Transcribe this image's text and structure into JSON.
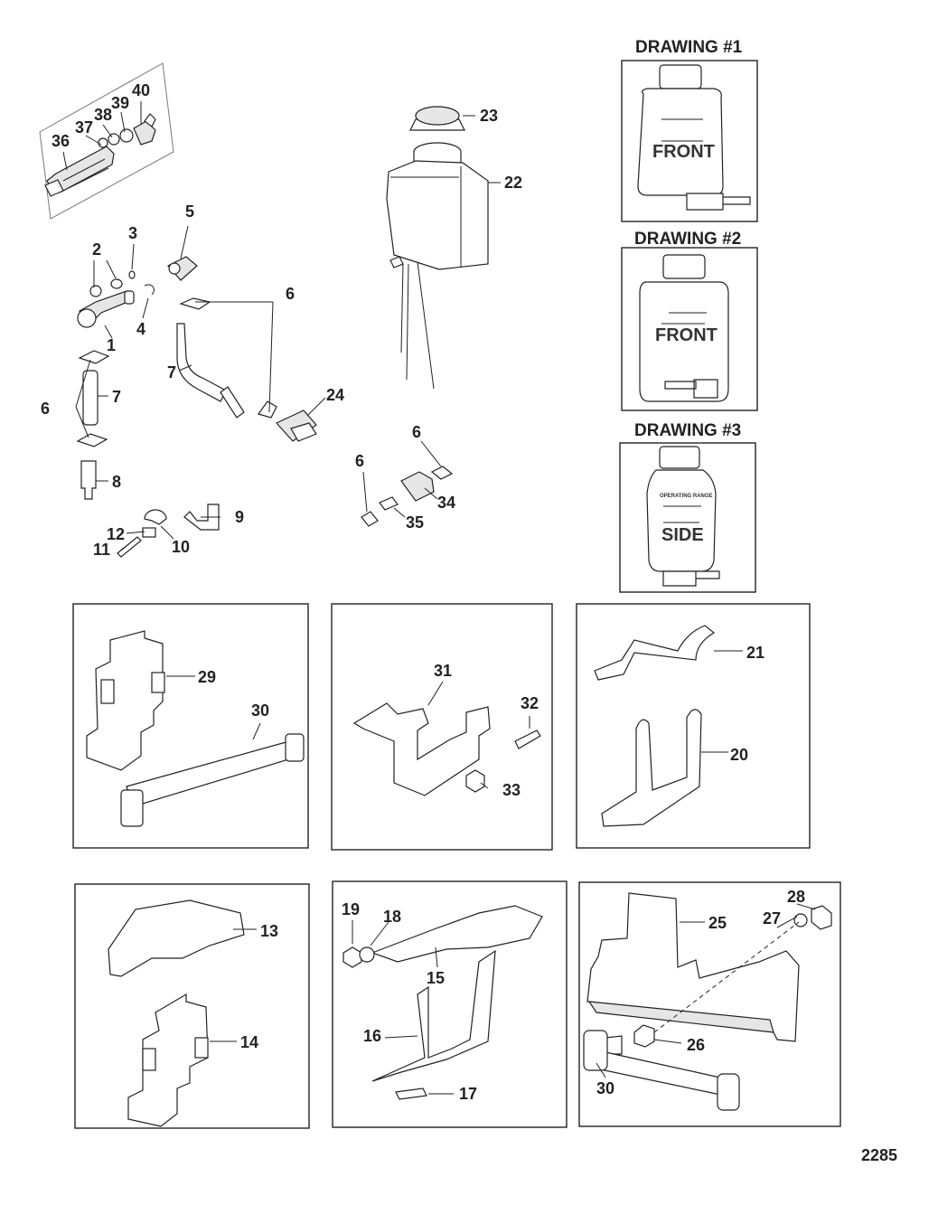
{
  "callouts": {
    "c1": "1",
    "c2": "2",
    "c3": "3",
    "c4": "4",
    "c5": "5",
    "c6a": "6",
    "c6b": "6",
    "c6c": "6",
    "c6d": "6",
    "c7a": "7",
    "c7b": "7",
    "c8": "8",
    "c9": "9",
    "c10": "10",
    "c11": "11",
    "c12": "12",
    "c13": "13",
    "c14": "14",
    "c15": "15",
    "c16": "16",
    "c17": "17",
    "c18": "18",
    "c19": "19",
    "c20": "20",
    "c21": "21",
    "c22": "22",
    "c23": "23",
    "c24": "24",
    "c25": "25",
    "c26": "26",
    "c27": "27",
    "c28": "28",
    "c29": "29",
    "c30a": "30",
    "c30b": "30",
    "c31": "31",
    "c32": "32",
    "c33": "33",
    "c34": "34",
    "c35": "35",
    "c36": "36",
    "c37": "37",
    "c38": "38",
    "c39": "39",
    "c40": "40"
  },
  "drawings": {
    "d1": {
      "title": "DRAWING #1",
      "label": "FRONT"
    },
    "d2": {
      "title": "DRAWING #2",
      "label": "FRONT"
    },
    "d3": {
      "title": "DRAWING #3",
      "label": "SIDE"
    }
  },
  "figure_number": "2285"
}
